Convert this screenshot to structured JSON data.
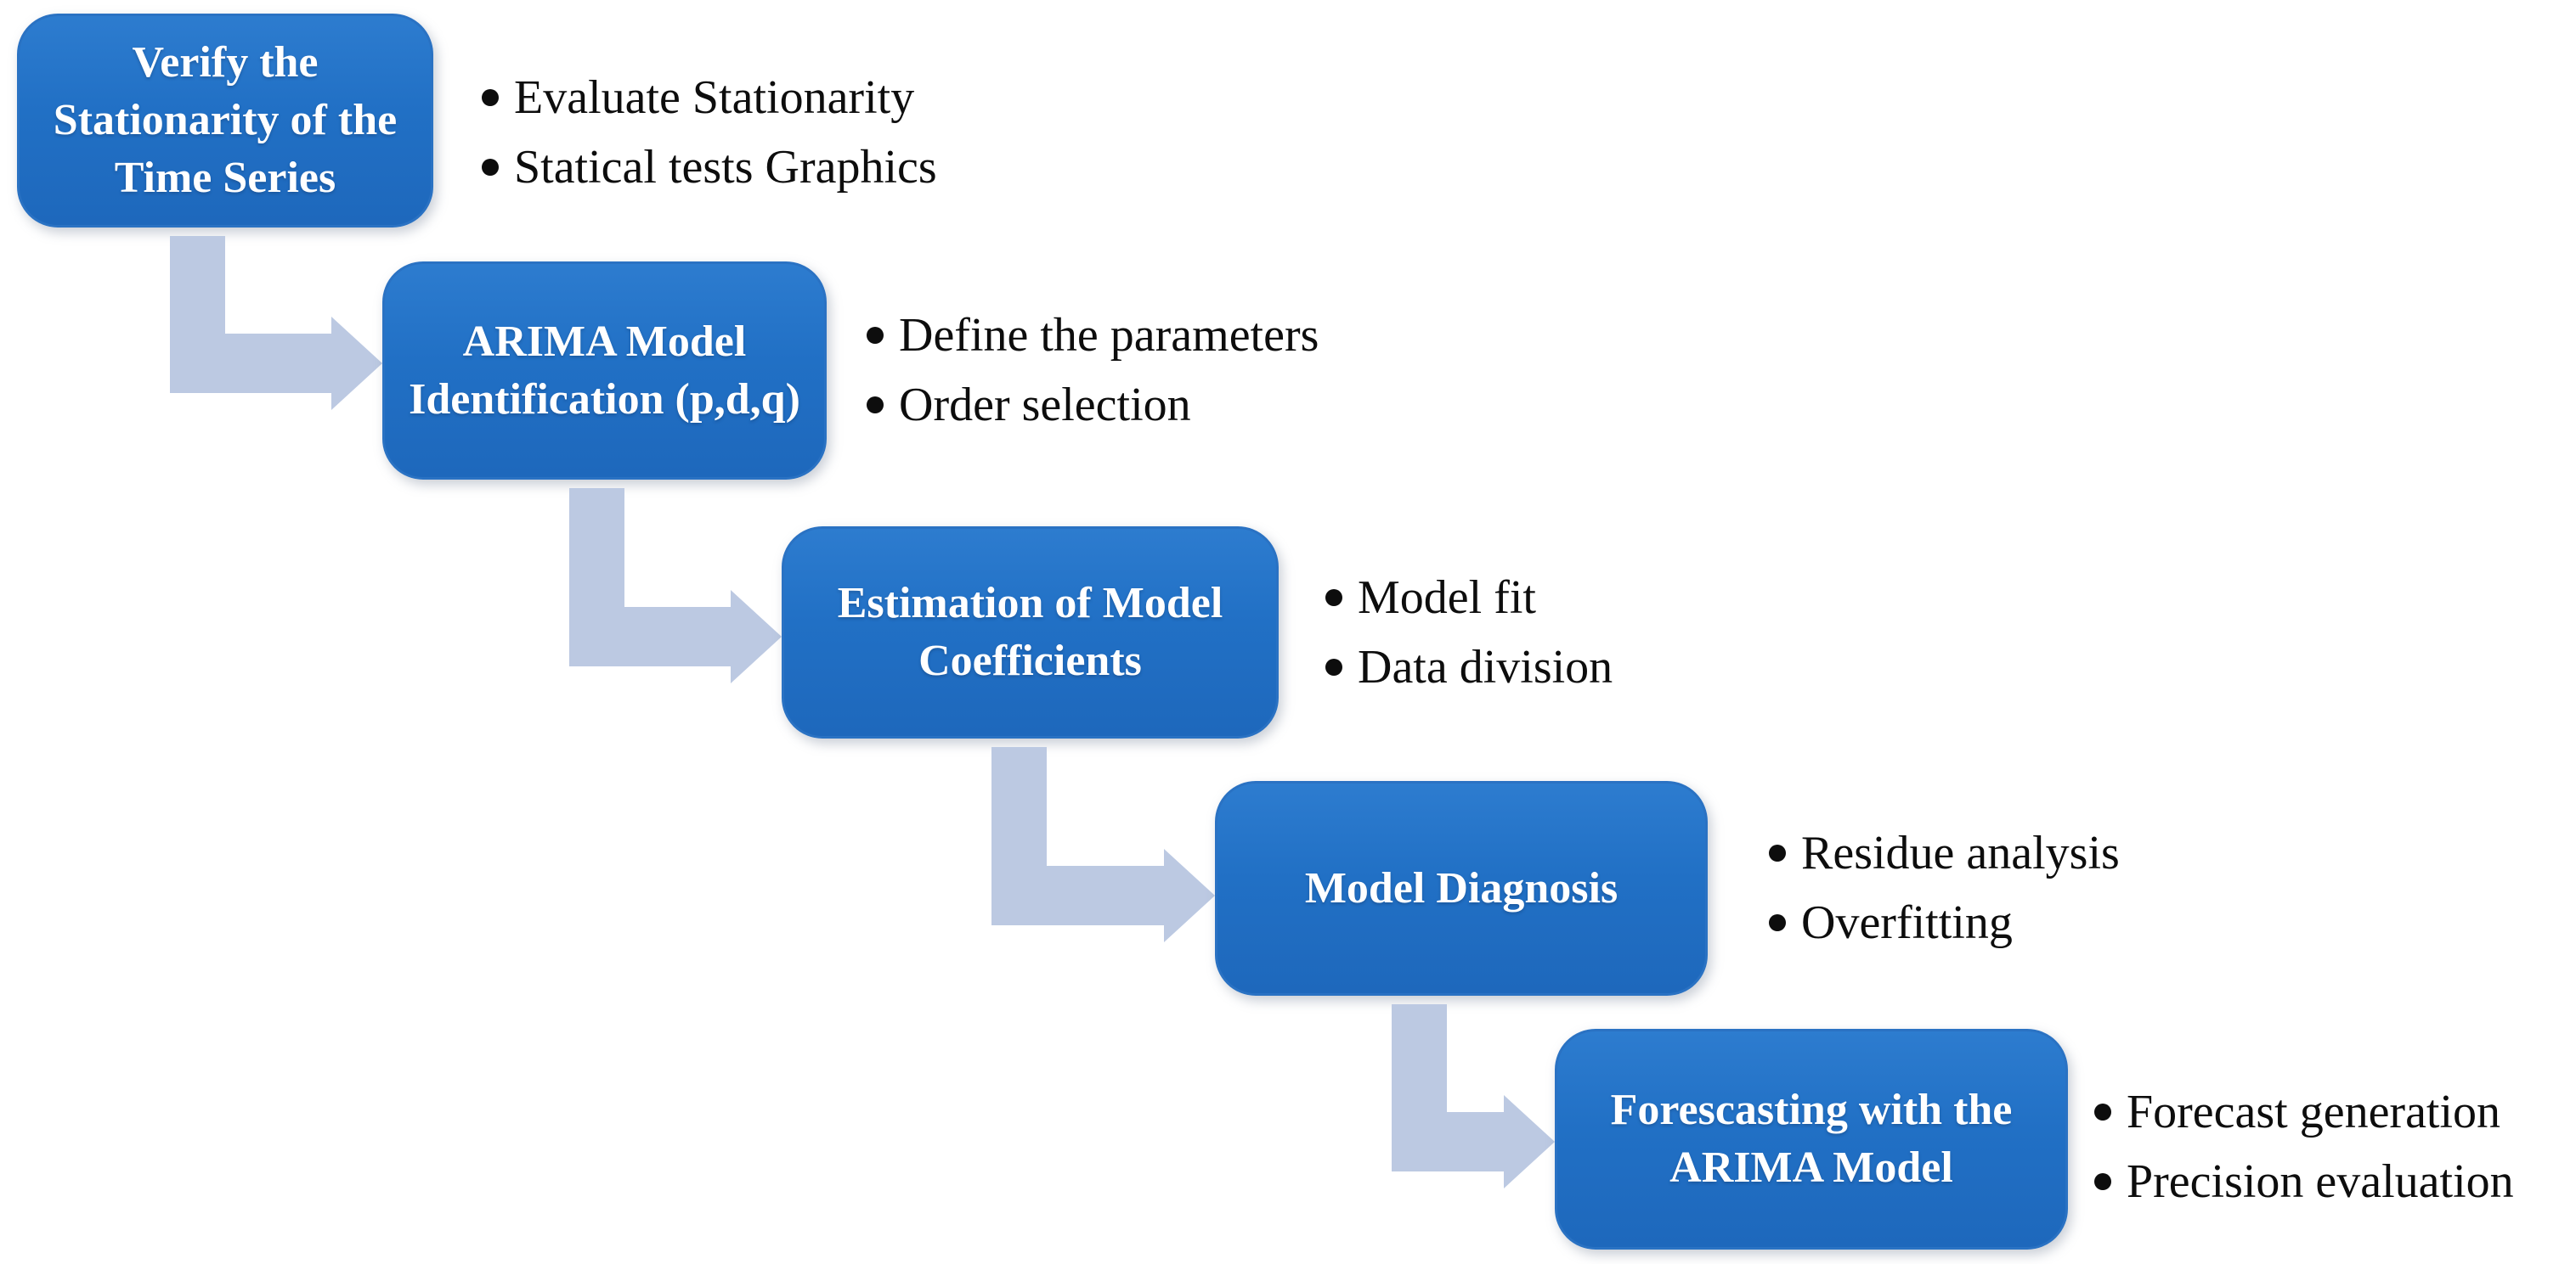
{
  "colors": {
    "box_fill": "#2170c5",
    "box_border": "#2a72c3",
    "box_text": "#ffffff",
    "arrow_fill": "#bcc9e2",
    "bullet_text": "#0d0d0d",
    "background": "#ffffff"
  },
  "steps": [
    {
      "label": "Verify the Stationarity of the Time Series",
      "bullets": [
        "Evaluate Stationarity",
        "Statical tests Graphics"
      ]
    },
    {
      "label": "ARIMA Model Identification (p,d,q)",
      "bullets": [
        "Define the parameters",
        "Order selection"
      ]
    },
    {
      "label": "Estimation of Model Coefficients",
      "bullets": [
        "Model fit",
        "Data division"
      ]
    },
    {
      "label": "Model Diagnosis",
      "bullets": [
        "Residue analysis",
        "Overfitting"
      ]
    },
    {
      "label": "Forescasting with the ARIMA Model",
      "bullets": [
        "Forecast generation",
        "Precision evaluation"
      ]
    }
  ]
}
